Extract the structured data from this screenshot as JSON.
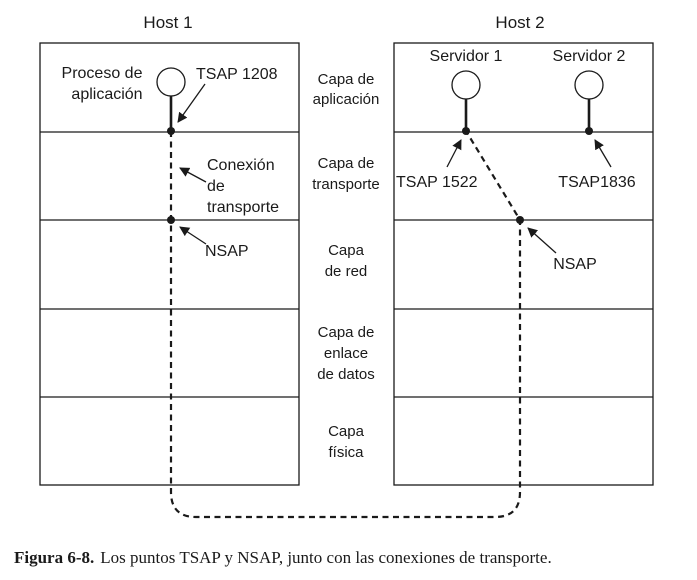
{
  "host1": {
    "title": "Host 1",
    "process_label": [
      "Proceso de",
      "aplicación"
    ],
    "tsap": "TSAP 1208",
    "connection_label": [
      "Conexión",
      "de",
      "transporte"
    ],
    "nsap": "NSAP"
  },
  "host2": {
    "title": "Host 2",
    "server1": "Servidor 1",
    "server2": "Servidor 2",
    "tsap1": "TSAP 1522",
    "tsap2": "TSAP1836",
    "nsap": "NSAP"
  },
  "layers": [
    [
      "Capa de",
      "aplicación"
    ],
    [
      "Capa de",
      "transporte"
    ],
    [
      "Capa",
      "de red"
    ],
    [
      "Capa de",
      "enlace",
      "de datos"
    ],
    [
      "Capa",
      "física"
    ]
  ],
  "caption": {
    "bold": "Figura 6-8.",
    "text": "Los puntos TSAP y NSAP, junto con las conexiones de transporte."
  }
}
